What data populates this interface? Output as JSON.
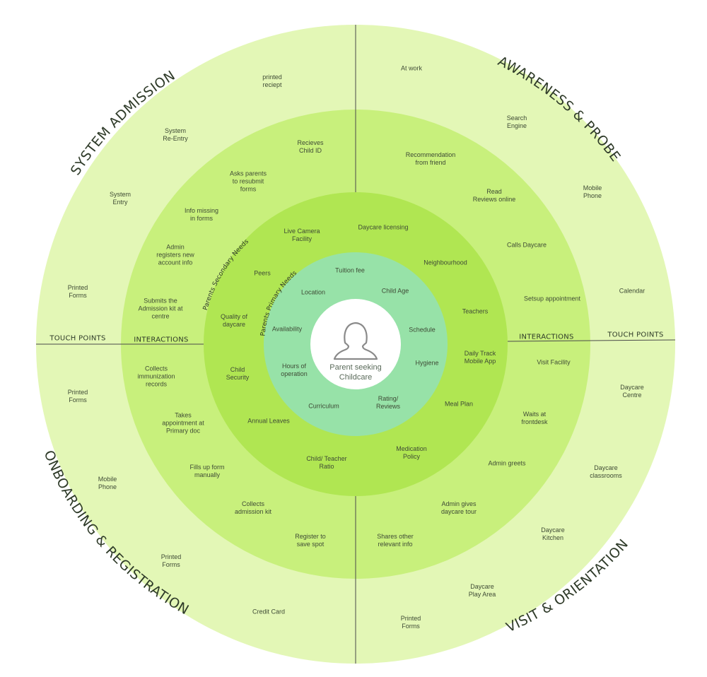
{
  "center": {
    "title": "Parent seeking\nChildcare",
    "icon": "person-silhouette-icon"
  },
  "colors": {
    "ring_outer": "#e3f7b6",
    "ring_interactions": "#c8f07c",
    "ring_secondary": "#b0e652",
    "ring_primary": "#97e2a8",
    "center": "#ffffff",
    "divider": "#4a4a4a",
    "text": "#3e4a35"
  },
  "stages": {
    "awareness": "AWARENESS & PROBE",
    "system_admission": "SYSTEM ADMISSION",
    "onboarding": "ONBOARDING & REGISTRATION",
    "visit": "VISIT & ORIENTATION"
  },
  "ring_labels": {
    "touch_points_left": "TOUCH POINTS",
    "interactions_left": "INTERACTIONS",
    "interactions_right": "INTERACTIONS",
    "touch_points_right": "TOUCH POINTS",
    "secondary_needs": "Parents Secondary Needs",
    "primary_needs": "Parents Primary Needs"
  },
  "touch_points": [
    "printed\nreciept",
    "System\nRe-Entry",
    "System\nEntry",
    "Printed\nForms",
    "Printed\nForms",
    "Mobile\nPhone",
    "Printed\nForms",
    "Credit Card",
    "At work",
    "Search\nEngine",
    "Mobile\nPhone",
    "Calendar",
    "Daycare\nCentre",
    "Daycare\nclassrooms",
    "Daycare\nKitchen",
    "Daycare\nPlay Area",
    "Printed\nForms"
  ],
  "interactions": [
    "Recieves\nChild ID",
    "Asks parents\nto resubmit\nforms",
    "Info missing\nin forms",
    "Admin\nregisters new\naccount info",
    "Submits the\nAdmission kit at\ncentre",
    "Collects\nimmunization\nrecords",
    "Takes\nappointment at\nPrimary doc",
    "Fills up form\nmanually",
    "Collects\nadmission kit",
    "Register to\nsave spot",
    "Recommendation\nfrom friend",
    "Read\nReviews online",
    "Calls Daycare",
    "Setsup appointment",
    "Visit Facility",
    "Waits at\nfrontdesk",
    "Admin greets",
    "Admin gives\ndaycare tour",
    "Shares other\nrelevant info"
  ],
  "secondary_needs": [
    "Live Camera\nFacility",
    "Daycare licensing",
    "Neighbourhood",
    "Teachers",
    "Daily Track\nMobile App",
    "Meal Plan",
    "Medication\nPolicy",
    "Child/ Teacher\nRatio",
    "Annual Leaves",
    "Child\nSecurity",
    "Quality of\ndaycare",
    "Peers"
  ],
  "primary_needs": [
    "Tuition fee",
    "Child Age",
    "Schedule",
    "Hygiene",
    "Rating/\nReviews",
    "Curriculum",
    "Hours of\noperation",
    "Availability",
    "Location"
  ]
}
